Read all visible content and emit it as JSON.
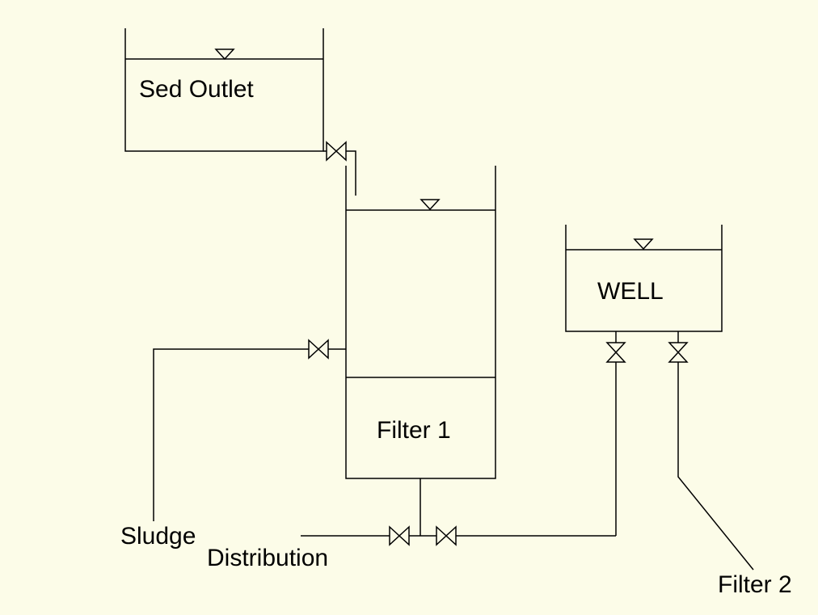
{
  "labels": {
    "sed_outlet": "Sed Outlet",
    "filter1": "Filter 1",
    "well": "WELL",
    "sludge": "Sludge",
    "distribution": "Distribution",
    "filter2": "Filter 2"
  },
  "colors": {
    "background": "#fcfce8",
    "line": "#000000"
  }
}
